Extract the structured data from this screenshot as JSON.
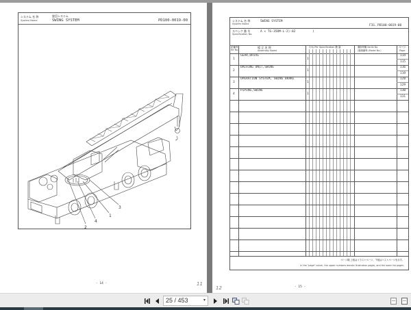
{
  "viewer": {
    "background_color": "#8e8e8e"
  },
  "left_page": {
    "header": {
      "system_label_jp": "システム 名 称",
      "system_label_en": "System   Name",
      "system_name_jp": "旋回システム",
      "system_name_en": "SWING SYSTEM",
      "figure_no": "PD100-0019-00"
    },
    "callouts": [
      "1",
      "2",
      "3",
      "4"
    ],
    "footer_page": "- 14 -",
    "margin_mark": "11"
  },
  "right_page": {
    "header": {
      "system_label_jp": "システム 名 称",
      "system_label_en": "System   Name",
      "system_name": "SWING SYSTEM",
      "fig_label": "FIG.",
      "fig_no": "PD100-0019-00",
      "spec_label_jp": "スペック 番 号",
      "spec_label_en": "Specification No.",
      "spec_value": "A < TG-350M-L-2)-02",
      "spec_suffix": ")"
    },
    "table": {
      "columns": {
        "item_no_jp": "記番号",
        "item_no_en": "Ite No.",
        "assembly_jp": "組 立 名 称",
        "assembly_en": "Assembly    Name",
        "qty_header": "Q'ty  Per  Specification  数 量",
        "serial_jp": "適用号機 Serial No.",
        "serial_en": "(適用番号) Model No.)",
        "page_jp": "ページ",
        "page_en": "Page"
      },
      "rows": [
        {
          "no": "1",
          "name": "GEAR,DRIVE",
          "qty": "1",
          "pages": [
            "114",
            "115"
          ]
        },
        {
          "no": "2",
          "name": "DRIVING UNIT,SWING",
          "qty": "1",
          "pages": [
            "116",
            "119"
          ]
        },
        {
          "no": "3",
          "name": "OPERATION SYSTEM, SWING BRAKE",
          "qty": "1",
          "pages": [
            "128",
            "129"
          ]
        },
        {
          "no": "4",
          "name": "PIPING,SWING",
          "qty": "1",
          "pages": [
            "130",
            "131"
          ]
        }
      ],
      "empty_row_count": 18
    },
    "footer_note_jp": "ページ欄 上段はイラストページ、下段はリストページを示す。",
    "footer_note_en": "In the \"page\" colum, the upper numbers denote illustration pages, and the lower list pages.",
    "footer_page": "- 15 -",
    "margin_mark": "12"
  },
  "toolbar": {
    "first_page": "first-page",
    "prev_page": "previous-page",
    "page_indicator": "25 / 453",
    "next_page": "next-page",
    "last_page": "last-page",
    "single_page_view": "single-page-view",
    "two_page_view": "two-page-view",
    "fit_width": "fit-width",
    "fit_page": "fit-page"
  }
}
